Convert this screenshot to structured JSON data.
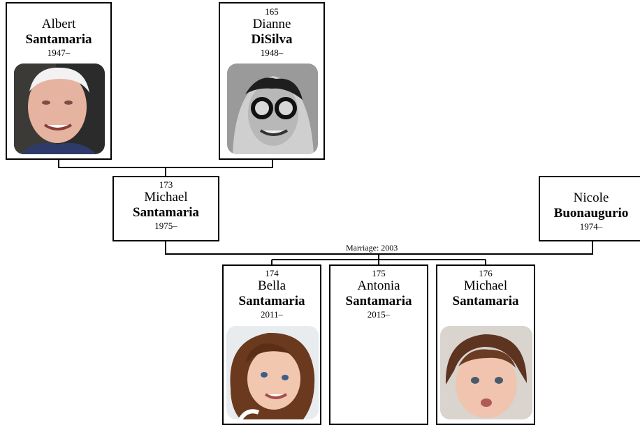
{
  "people": {
    "albert": {
      "number": "",
      "first": "Albert",
      "last": "Santamaria",
      "years": "1947–",
      "photo": "photo-older-man"
    },
    "dianne": {
      "number": "165",
      "first": "Dianne",
      "last": "DiSilva",
      "years": "1948–",
      "photo": "photo-woman-glasses-bw"
    },
    "michael_sr": {
      "number": "173",
      "first": "Michael",
      "last": "Santamaria",
      "years": "1975–"
    },
    "nicole": {
      "number": "",
      "first": "Nicole",
      "last": "Buonaugurio",
      "years": "1974–"
    },
    "bella": {
      "number": "174",
      "first": "Bella",
      "last": "Santamaria",
      "years": "2011–",
      "photo": "photo-girl-curly-hair"
    },
    "antonia": {
      "number": "175",
      "first": "Antonia",
      "last": "Santamaria",
      "years": "2015–"
    },
    "michael_jr": {
      "number": "176",
      "first": "Michael",
      "last": "Santamaria",
      "years": "",
      "photo": "photo-toddler"
    }
  },
  "marriage": {
    "label": "Marriage: 2003"
  },
  "colors": {
    "line": "#000000",
    "card_border": "#000000",
    "background": "#ffffff"
  }
}
